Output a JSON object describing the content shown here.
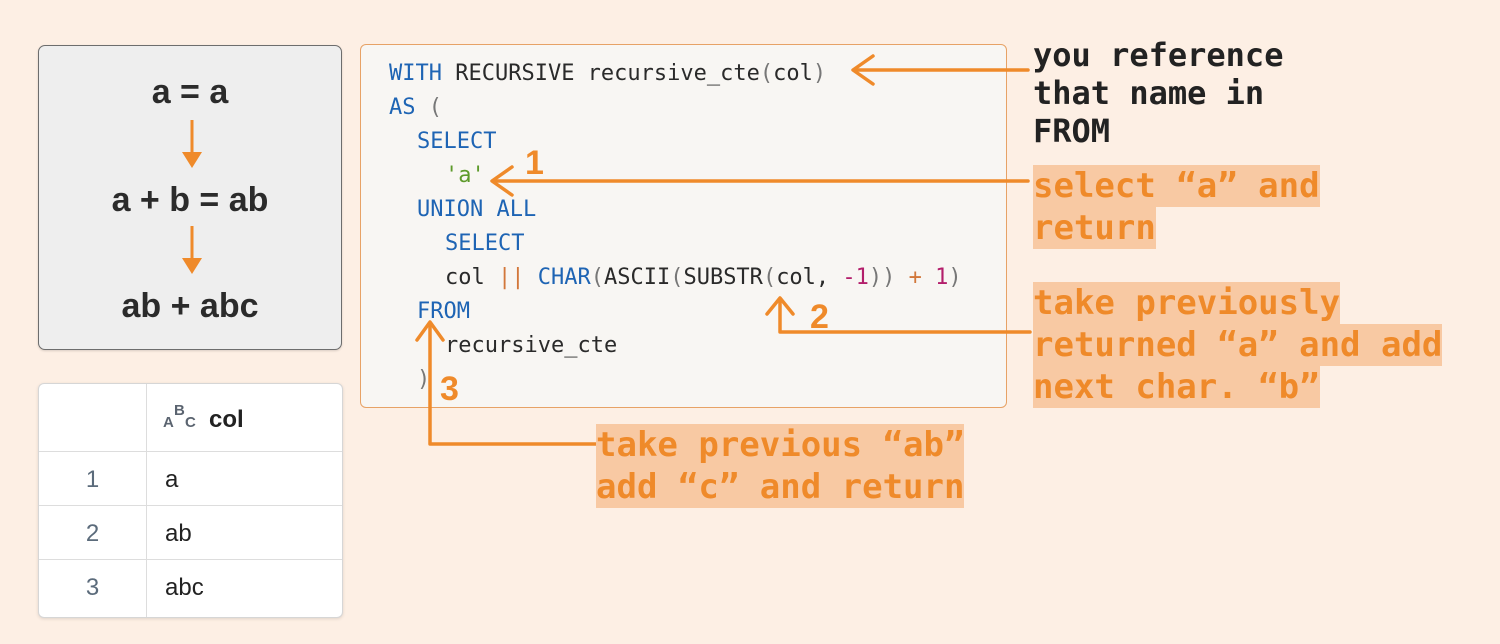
{
  "equations": {
    "step1": "a = a",
    "step2": "a + b = ab",
    "step3": "ab + abc"
  },
  "table": {
    "header": {
      "index": "",
      "column": "col",
      "type_icon": "abc-type-icon",
      "type_letters": [
        "A",
        "B",
        "C"
      ]
    },
    "rows": [
      {
        "index": "1",
        "value": "a"
      },
      {
        "index": "2",
        "value": "ab"
      },
      {
        "index": "3",
        "value": "abc"
      }
    ]
  },
  "code": {
    "line1": {
      "kw1": "WITH",
      "rest": " RECURSIVE recursive_cte",
      "p1": "(",
      "arg": "col",
      "p2": ")"
    },
    "line2": {
      "kw": "AS",
      "p": " ("
    },
    "line3": {
      "kw": "SELECT"
    },
    "line4": {
      "str": "'a'"
    },
    "line5": {
      "kw": "UNION ALL"
    },
    "line6": {
      "kw": "SELECT"
    },
    "line7": {
      "a": "col ",
      "op": "||",
      "b": " ",
      "f1": "CHAR",
      "p1": "(",
      "f2": "ASCII",
      "p2": "(",
      "f3": "SUBSTR",
      "p3": "(",
      "c": "col, ",
      "n1": "-1",
      "p4": "))",
      "op2": " + ",
      "n2": "1",
      "p5": ")"
    },
    "line8": {
      "kw": "FROM"
    },
    "line9": {
      "t": "recursive_cte"
    },
    "line10": {
      "p": ")"
    }
  },
  "markers": {
    "m1": "1",
    "m2": "2",
    "m3": "3"
  },
  "notes": {
    "reference": [
      "you reference",
      "that name in",
      "FROM"
    ],
    "select_a": [
      "select “a” and",
      "return"
    ],
    "take_prev": [
      "take previously",
      "returned “a” and add",
      "next char. “b”"
    ],
    "take_ab": [
      "take previous “ab”",
      "add “c” and return"
    ]
  },
  "colors": {
    "accent": "#ef8a2a",
    "highlight": "#f8c9a3",
    "background": "#fdefe4"
  }
}
